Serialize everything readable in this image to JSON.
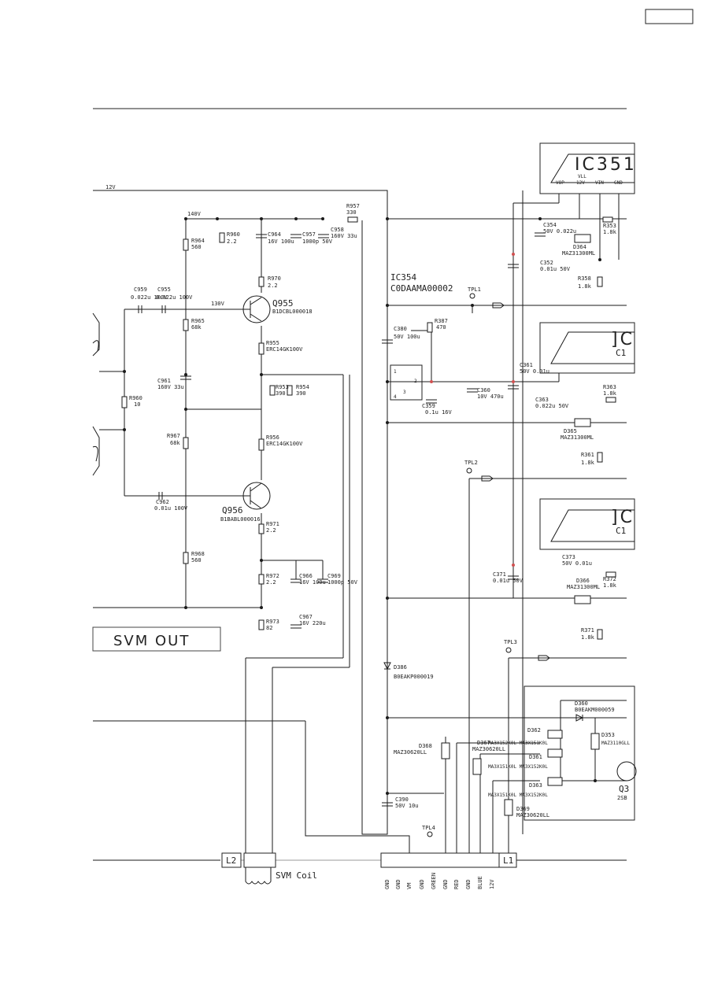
{
  "page_box": "",
  "rails": {
    "v12_top": "12V",
    "v140": "140V",
    "v130": "130V"
  },
  "ics": {
    "ic351_title": "IC351",
    "ic351_pins": [
      "VOP",
      "12V",
      "VIN",
      "GND"
    ],
    "ic351_vcc": "VLL",
    "ic_mid_title": "]C",
    "ic_mid_sub": "C1",
    "ic_low_title": "]C",
    "ic_low_sub": "C1",
    "ic354_name": "IC354",
    "ic354_part": "C0DAAMA00002",
    "ic354_pins": [
      "1",
      "2",
      "3",
      "4"
    ]
  },
  "transistors": {
    "q955_name": "Q955",
    "q955_part": "B1DCBL000018",
    "q956_name": "Q956",
    "q956_part": "B1BABL000016",
    "q_partial": "Q3",
    "q_partial_part": "2SB"
  },
  "resistors": [
    {
      "ref": "R964",
      "val": "560"
    },
    {
      "ref": "R960",
      "val": "2.2"
    },
    {
      "ref": "R957",
      "val": "330"
    },
    {
      "ref": "R970",
      "val": "2.2"
    },
    {
      "ref": "R965",
      "val": "68k"
    },
    {
      "ref": "R955",
      "val": "ERC14GK100V"
    },
    {
      "ref": "R960",
      "val": "10"
    },
    {
      "ref": "R953",
      "val": "390"
    },
    {
      "ref": "R954",
      "val": "390"
    },
    {
      "ref": "R967",
      "val": "68k"
    },
    {
      "ref": "R956",
      "val": "ERC14GK100V"
    },
    {
      "ref": "R971",
      "val": "2.2"
    },
    {
      "ref": "R968",
      "val": "560"
    },
    {
      "ref": "R972",
      "val": "2.2"
    },
    {
      "ref": "R973",
      "val": "82"
    },
    {
      "ref": "R387",
      "val": "470"
    },
    {
      "ref": "R353",
      "val": "1.8k"
    },
    {
      "ref": "R358",
      "val": "1.8k"
    },
    {
      "ref": "R363",
      "val": "1.8k"
    },
    {
      "ref": "R361",
      "val": "1.8k"
    },
    {
      "ref": "R372",
      "val": "1.8k"
    },
    {
      "ref": "R371",
      "val": "1.8k"
    }
  ],
  "capacitors": [
    {
      "ref": "C964",
      "val": "16V 100u"
    },
    {
      "ref": "C957",
      "val": "1000p 50V"
    },
    {
      "ref": "C958",
      "val": "160V 33u"
    },
    {
      "ref": "C959",
      "val": "0.022u 100V"
    },
    {
      "ref": "C955",
      "val": "0.022u 100V"
    },
    {
      "ref": "C961",
      "val": "160V 33u"
    },
    {
      "ref": "C962",
      "val": "0.01u 100V"
    },
    {
      "ref": "C966",
      "val": "16V 100u"
    },
    {
      "ref": "C969",
      "val": "1000p 50V"
    },
    {
      "ref": "C967",
      "val": "16V 220u"
    },
    {
      "ref": "C380",
      "val": "50V 100u"
    },
    {
      "ref": "C359",
      "val": "0.1u 16V"
    },
    {
      "ref": "C360",
      "val": "10V 470u"
    },
    {
      "ref": "C361",
      "val": "50V 0.01u"
    },
    {
      "ref": "C354",
      "val": "50V 0.022u"
    },
    {
      "ref": "C352",
      "val": "0.01u 50V"
    },
    {
      "ref": "C363",
      "val": "0.022u 50V"
    },
    {
      "ref": "C371",
      "val": "0.01u 50V"
    },
    {
      "ref": "C373",
      "val": "50V 0.01u"
    },
    {
      "ref": "C390",
      "val": "50V 10u"
    }
  ],
  "diodes": [
    {
      "ref": "D364",
      "part": "MAZ31300ML"
    },
    {
      "ref": "D365",
      "part": "MAZ31300ML"
    },
    {
      "ref": "D366",
      "part": "MAZ31300ML"
    },
    {
      "ref": "D386",
      "part": "B0EAKP000019"
    },
    {
      "ref": "D360",
      "part": "B0EAKM000059"
    },
    {
      "ref": "D362",
      "part": "MA3X152K0L MA3X151K0L"
    },
    {
      "ref": "D361",
      "part": "MA3X151K0L MA3X152K0L"
    },
    {
      "ref": "D363",
      "part": "MA3X151K0L MA3X152K0L"
    },
    {
      "ref": "D368",
      "part": "MAZ30620LL"
    },
    {
      "ref": "D367",
      "part": "MAZ30620LL"
    },
    {
      "ref": "D369",
      "part": "MAZ30620LL"
    },
    {
      "ref": "D353",
      "part": "MAZ3110GLL"
    }
  ],
  "test_points": [
    "TPL1",
    "TPL2",
    "TPL3",
    "TPL4"
  ],
  "labels": {
    "svm_out": "SVM OUT",
    "svm_coil": "SVM Coil",
    "l2": "L2",
    "l1": "L1",
    "connector_pins": [
      "GND",
      "GND",
      "VM",
      "GND",
      "GREEN",
      "GND",
      "RED",
      "GND",
      "BLUE",
      "12V"
    ]
  }
}
